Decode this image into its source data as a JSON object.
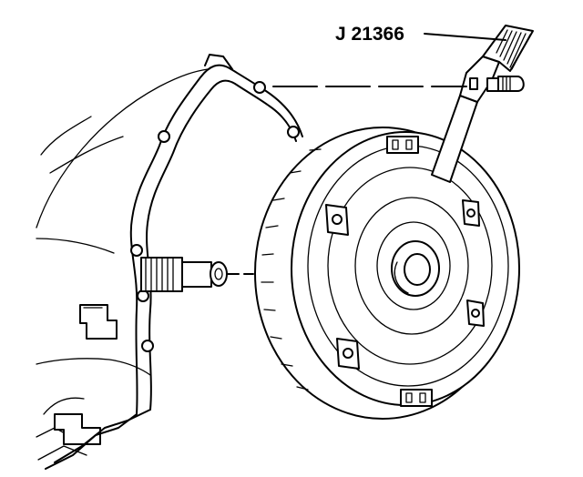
{
  "callout": {
    "tool_label": "J 21366"
  },
  "icons": {
    "holding_tool": "j21366-holding-strap",
    "converter": "torque-converter",
    "case": "transmission-case",
    "shaft": "input-shaft"
  }
}
